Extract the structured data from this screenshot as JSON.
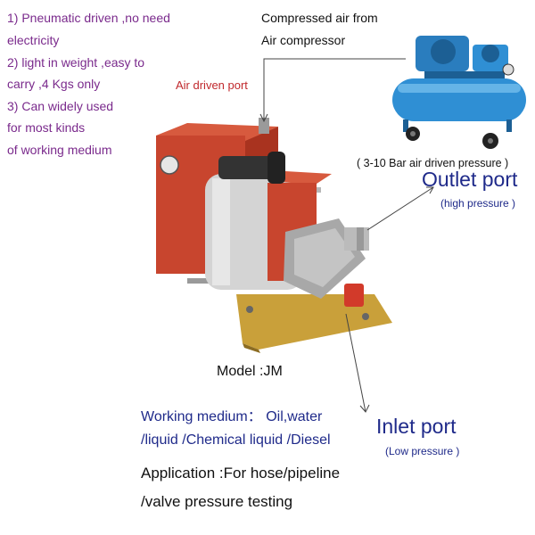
{
  "features": [
    "1) Pneumatic driven ,no need",
    "electricity",
    "2) light in weight ,easy to",
    "carry ,4 Kgs only",
    "3) Can widely used",
    "for most kinds",
    "of working medium"
  ],
  "compressed_air_line1": "Compressed air from",
  "compressed_air_line2": "Air compressor",
  "air_driven_port": "Air driven port",
  "pressure_range": "( 3-10 Bar air driven pressure )",
  "outlet_port": "Outlet port",
  "outlet_sub": "(high pressure )",
  "model": "Model :JM",
  "working_medium_line1": "Working medium： Oil,water",
  "working_medium_line2": "/liquid /Chemical liquid /Diesel",
  "inlet_port": "Inlet port",
  "inlet_sub": "(Low pressure )",
  "application_line1": "Application :For hose/pipeline",
  "application_line2": "/valve pressure testing",
  "colors": {
    "feature_text": "#7a2a8c",
    "label_red": "#c0282c",
    "label_blue": "#1f2a8a",
    "pump_body": "#c8452e",
    "compressor": "#2f8fd4"
  }
}
